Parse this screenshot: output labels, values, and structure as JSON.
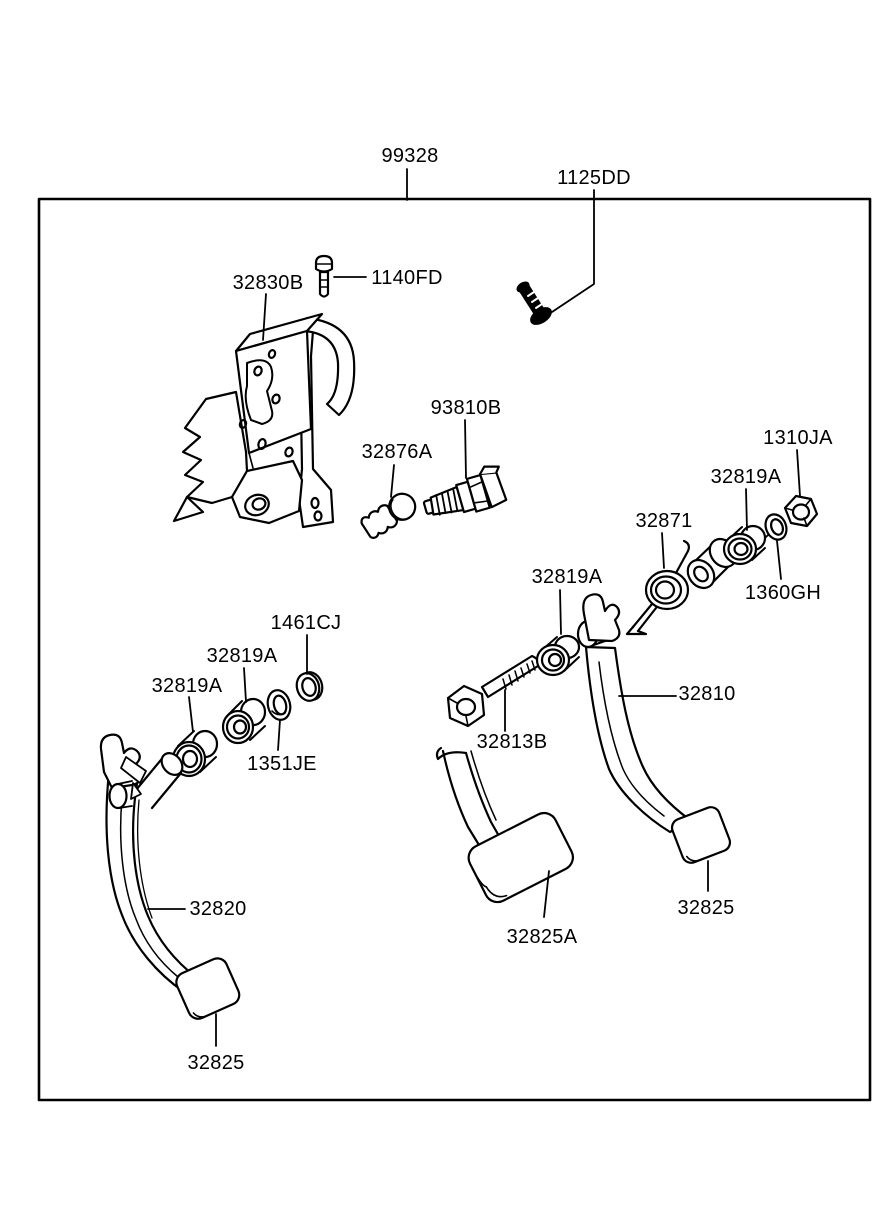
{
  "colors": {
    "line": "#000000",
    "background": "#ffffff"
  },
  "labels": [
    {
      "id": "assembly-99328",
      "text": "99328"
    },
    {
      "id": "bolt-1125dd",
      "text": "1125DD"
    },
    {
      "id": "bracket-32830b",
      "text": "32830B"
    },
    {
      "id": "bolt-1140fd",
      "text": "1140FD"
    },
    {
      "id": "switch-93810b",
      "text": "93810B"
    },
    {
      "id": "screw-32876a",
      "text": "32876A"
    },
    {
      "id": "nut-1310ja",
      "text": "1310JA"
    },
    {
      "id": "bushing-right-32819a",
      "text": "32819A"
    },
    {
      "id": "spring-32871",
      "text": "32871"
    },
    {
      "id": "washer-1360gh",
      "text": "1360GH"
    },
    {
      "id": "ring-1461cj",
      "text": "1461CJ"
    },
    {
      "id": "bushing-mid-32819a",
      "text": "32819A"
    },
    {
      "id": "bushing-left-32819a",
      "text": "32819A"
    },
    {
      "id": "washer-1351je",
      "text": "1351JE"
    },
    {
      "id": "bushing-center-32819a",
      "text": "32819A"
    },
    {
      "id": "bolt-32813b",
      "text": "32813B"
    },
    {
      "id": "pedal-32810",
      "text": "32810"
    },
    {
      "id": "pedal-32820",
      "text": "32820"
    },
    {
      "id": "pad-left-32825",
      "text": "32825"
    },
    {
      "id": "pad-middle-32825a",
      "text": "32825A"
    },
    {
      "id": "pad-right-32825",
      "text": "32825"
    }
  ]
}
